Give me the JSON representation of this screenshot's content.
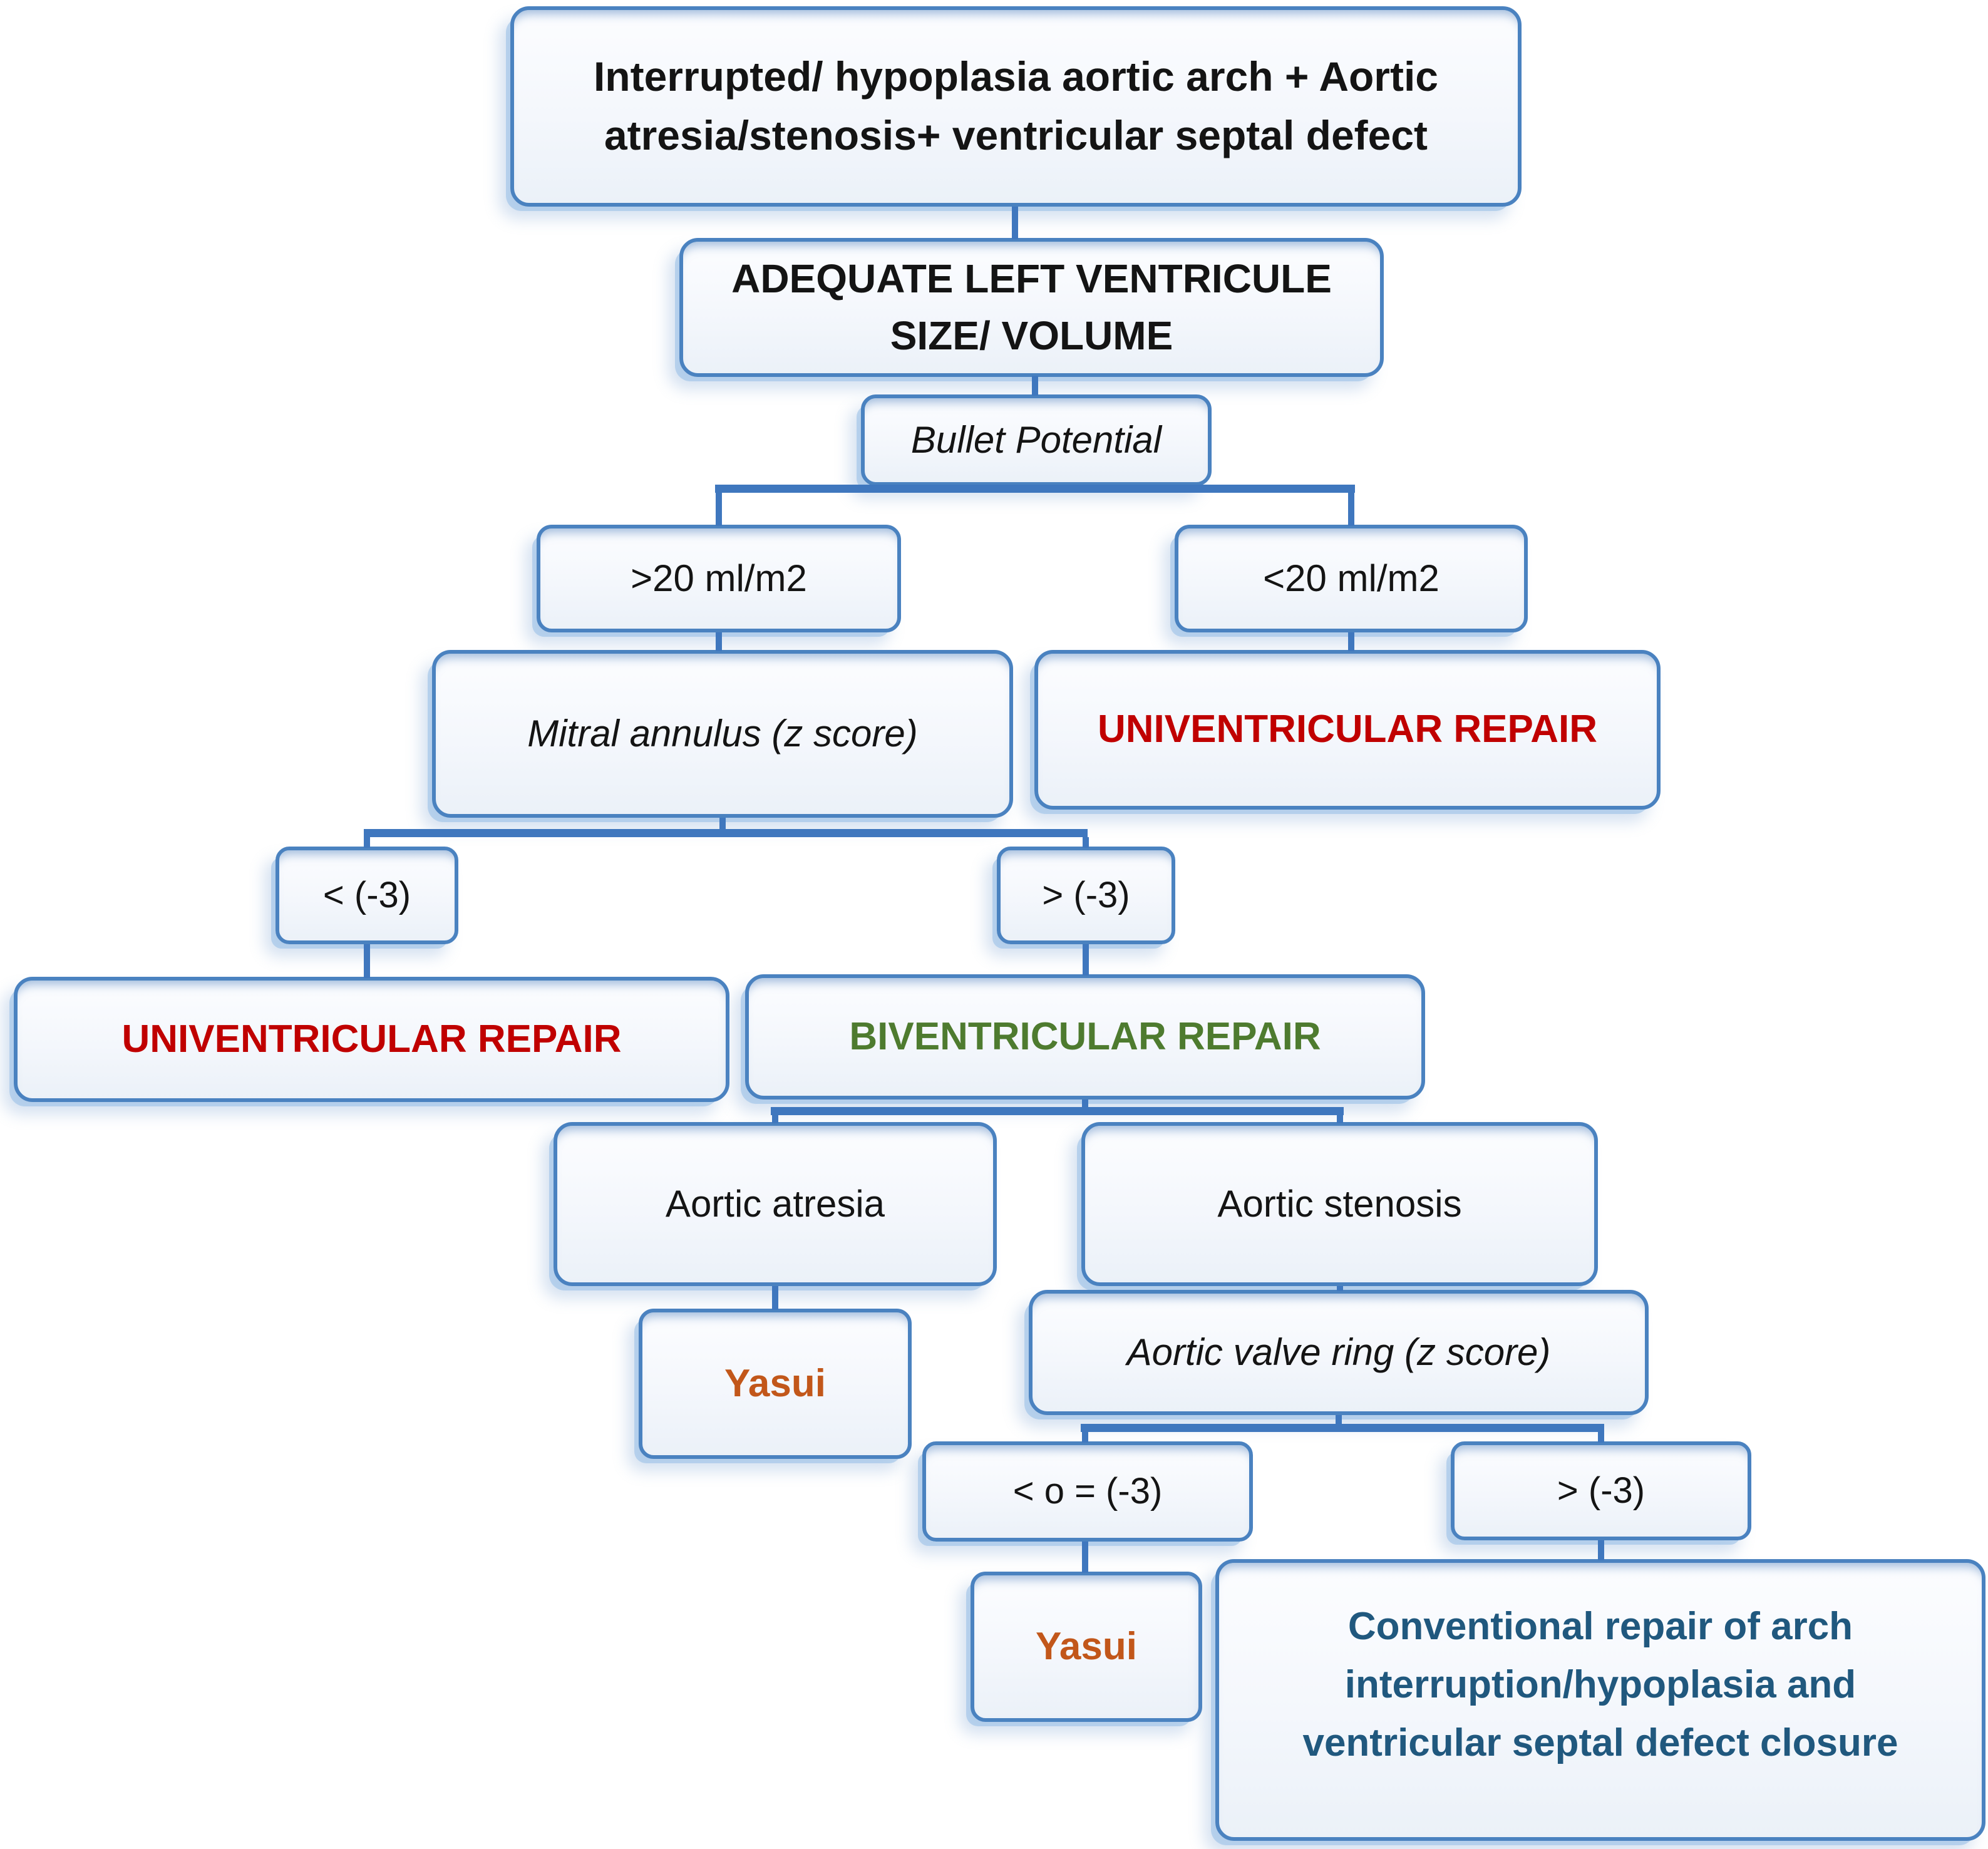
{
  "nodes": {
    "root": {
      "label": "Interrupted/ hypoplasia aortic arch + Aortic\natresia/stenosis+ ventricular septal defect"
    },
    "adequate": {
      "label": "ADEQUATE LEFT VENTRICULE\nSIZE/ VOLUME"
    },
    "bullet": {
      "label": "Bullet Potential"
    },
    "gt20": {
      "label": ">20 ml/m2"
    },
    "lt20": {
      "label": "<20 ml/m2"
    },
    "mitral": {
      "label": "Mitral annulus (z score)"
    },
    "univ1": {
      "label": "UNIVENTRICULAR REPAIR"
    },
    "lt3": {
      "label": "< (-3)"
    },
    "gt3": {
      "label": "> (-3)"
    },
    "univ2": {
      "label": "UNIVENTRICULAR REPAIR"
    },
    "biv": {
      "label": "BIVENTRICULAR REPAIR"
    },
    "atresia": {
      "label": "Aortic atresia"
    },
    "stenosis": {
      "label": "Aortic stenosis"
    },
    "yasui1": {
      "label": "Yasui"
    },
    "valvering": {
      "label": "Aortic valve ring (z score)"
    },
    "lto3": {
      "label": "< o = (-3)"
    },
    "gt3b": {
      "label": "> (-3)"
    },
    "yasui2": {
      "label": "Yasui"
    },
    "conventional": {
      "label": "Conventional repair of arch\ninterruption/hypoplasia and\nventricular septal defect closure"
    }
  },
  "edges": [
    {
      "from": "root",
      "to": "adequate"
    },
    {
      "from": "adequate",
      "to": "bullet"
    },
    {
      "from": "bullet",
      "to": "gt20"
    },
    {
      "from": "bullet",
      "to": "lt20"
    },
    {
      "from": "gt20",
      "to": "mitral"
    },
    {
      "from": "lt20",
      "to": "univ1"
    },
    {
      "from": "mitral",
      "to": "lt3"
    },
    {
      "from": "mitral",
      "to": "gt3"
    },
    {
      "from": "lt3",
      "to": "univ2"
    },
    {
      "from": "gt3",
      "to": "biv"
    },
    {
      "from": "biv",
      "to": "atresia"
    },
    {
      "from": "biv",
      "to": "stenosis"
    },
    {
      "from": "atresia",
      "to": "yasui1"
    },
    {
      "from": "stenosis",
      "to": "valvering"
    },
    {
      "from": "valvering",
      "to": "lto3"
    },
    {
      "from": "valvering",
      "to": "gt3b"
    },
    {
      "from": "lto3",
      "to": "yasui2"
    },
    {
      "from": "gt3b",
      "to": "conventional"
    }
  ],
  "colors": {
    "red": "#c00000",
    "green": "#4e7b2f",
    "orange": "#c2571a",
    "dark_blue": "#20587e",
    "border_blue": "#4a82c0",
    "connector_blue": "#3f77be"
  }
}
